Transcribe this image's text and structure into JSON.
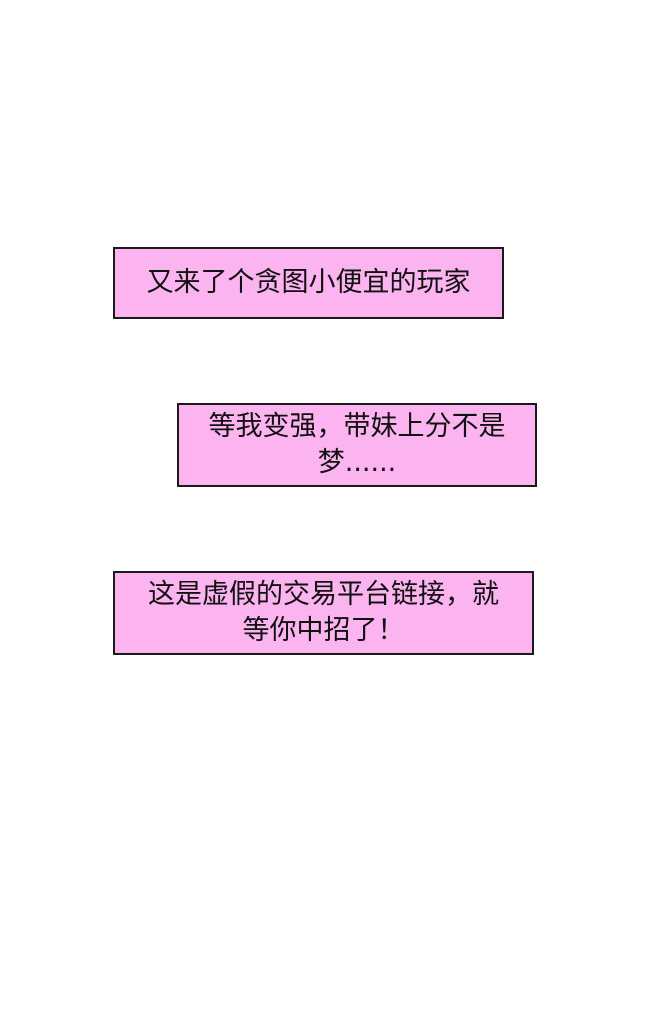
{
  "colors": {
    "background": "#ffffff",
    "caption_fill": "#fbb4f0",
    "caption_border": "#1a1a1a",
    "text": "#111111"
  },
  "captions": [
    {
      "text": "又来了个贪图小便宜的玩家"
    },
    {
      "text": "等我变强，带妹上分不是\n梦......"
    },
    {
      "text": "这是虚假的交易平台链接，就\n等你中招了！"
    }
  ]
}
